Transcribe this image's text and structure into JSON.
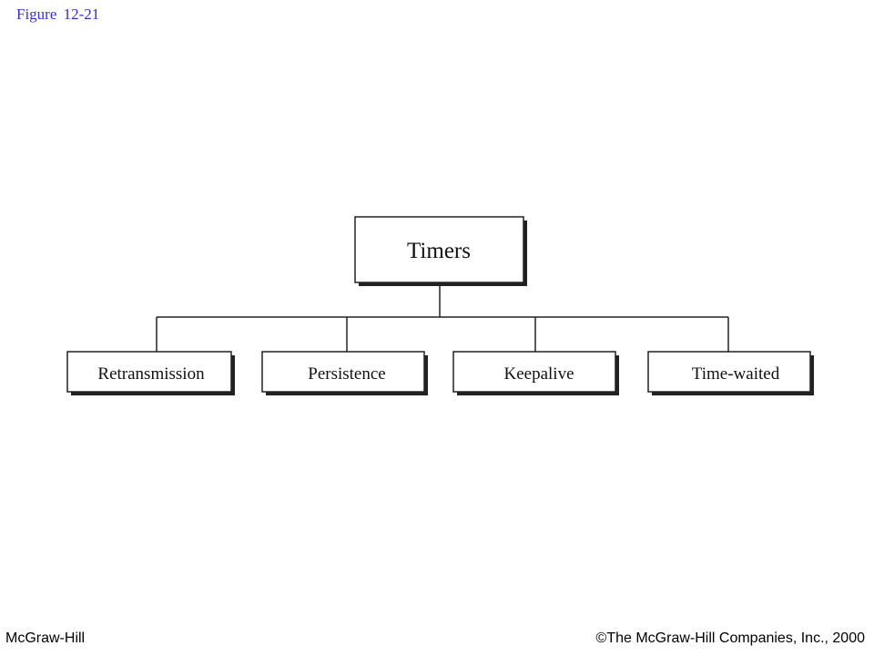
{
  "figure_label": "Figure  12-21",
  "footer": {
    "left": "McGraw-Hill",
    "right": "©The McGraw-Hill Companies, Inc., 2000"
  },
  "diagram": {
    "root": "Timers",
    "children": [
      "Retransmission",
      "Persistence",
      "Keepalive",
      "Time-waited"
    ]
  }
}
